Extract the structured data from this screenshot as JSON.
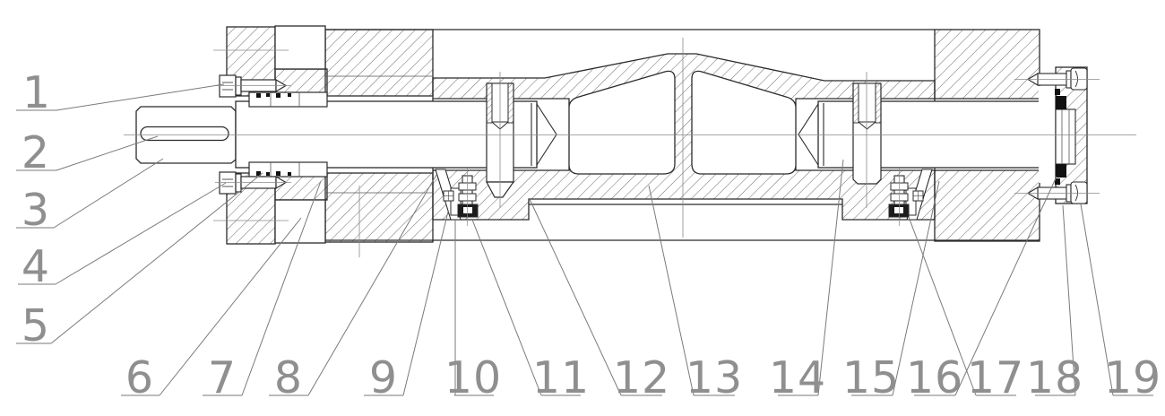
{
  "drawing": {
    "kind": "engineering-section-drawing",
    "description": "Cross-section assembly drawing of a shaft unit with housing, flange, seals, pins and fittings",
    "background": "#ffffff"
  },
  "colors": {
    "line": "#2b2b2b",
    "thin_line": "#555555",
    "hatch": "#474747",
    "centerline": "#8a8a8a",
    "leader": "#7a7a7a",
    "label": "#8f8f8f",
    "seal_fill": "#111111",
    "fitting_head": "#1c1c1c"
  },
  "callouts": [
    {
      "label": "1",
      "num": [
        41,
        120
      ],
      "underline": [
        18,
        63,
        123
      ],
      "leader": [
        63,
        123,
        250,
        94
      ]
    },
    {
      "label": "2",
      "num": [
        40,
        187
      ],
      "underline": [
        18,
        63,
        190
      ],
      "leader": [
        63,
        190,
        176,
        152
      ]
    },
    {
      "label": "3",
      "num": [
        40,
        251
      ],
      "underline": [
        18,
        60,
        254
      ],
      "leader": [
        60,
        254,
        182,
        177
      ]
    },
    {
      "label": "4",
      "num": [
        40,
        314
      ],
      "underline": [
        20,
        62,
        317
      ],
      "leader": [
        62,
        317,
        252,
        204
      ]
    },
    {
      "label": "5",
      "num": [
        40,
        380
      ],
      "underline": [
        18,
        57,
        383
      ],
      "leader": [
        57,
        383,
        293,
        193
      ]
    },
    {
      "label": "6",
      "num": [
        156,
        438
      ],
      "underline": [
        135,
        178,
        441
      ],
      "leader": [
        178,
        441,
        336,
        243
      ]
    },
    {
      "label": "7",
      "num": [
        248,
        438
      ],
      "underline": [
        226,
        270,
        441
      ],
      "leader": [
        270,
        441,
        358,
        202
      ]
    },
    {
      "label": "8",
      "num": [
        322,
        438
      ],
      "underline": [
        300,
        344,
        441
      ],
      "leader": [
        344,
        441,
        487,
        195
      ]
    },
    {
      "label": "9",
      "num": [
        428,
        438
      ],
      "underline": [
        406,
        450,
        441
      ],
      "leader": [
        450,
        441,
        500,
        236
      ]
    },
    {
      "label": "10",
      "num": [
        528,
        438
      ],
      "underline": [
        507,
        551,
        441
      ],
      "leader": [
        508,
        441,
        508,
        245
      ]
    },
    {
      "label": "11",
      "num": [
        626,
        438
      ],
      "underline": [
        604,
        648,
        441
      ],
      "leader": [
        604,
        441,
        527,
        245
      ]
    },
    {
      "label": "12",
      "num": [
        716,
        438
      ],
      "underline": [
        693,
        739,
        441
      ],
      "leader": [
        693,
        441,
        591,
        222
      ]
    },
    {
      "label": "13",
      "num": [
        797,
        438
      ],
      "underline": [
        774,
        820,
        441
      ],
      "leader": [
        774,
        441,
        724,
        207
      ]
    },
    {
      "label": "14",
      "num": [
        890,
        438
      ],
      "underline": [
        868,
        913,
        441
      ],
      "leader": [
        913,
        441,
        941,
        178
      ]
    },
    {
      "label": "15",
      "num": [
        972,
        438
      ],
      "underline": [
        950,
        996,
        441
      ],
      "leader": [
        996,
        441,
        1048,
        202
      ]
    },
    {
      "label": "16",
      "num": [
        1043,
        438
      ],
      "underline": [
        1020,
        1066,
        441
      ],
      "leader": [
        1066,
        441,
        1179,
        197
      ]
    },
    {
      "label": "17",
      "num": [
        1111,
        438
      ],
      "underline": [
        1089,
        1134,
        441
      ],
      "leader": [
        1089,
        441,
        1014,
        242
      ]
    },
    {
      "label": "18",
      "num": [
        1177,
        438
      ],
      "underline": [
        1155,
        1200,
        441
      ],
      "leader": [
        1200,
        441,
        1186,
        229
      ]
    },
    {
      "label": "19",
      "num": [
        1264,
        438
      ],
      "underline": [
        1242,
        1287,
        441
      ],
      "leader": [
        1242,
        441,
        1206,
        228
      ]
    }
  ]
}
